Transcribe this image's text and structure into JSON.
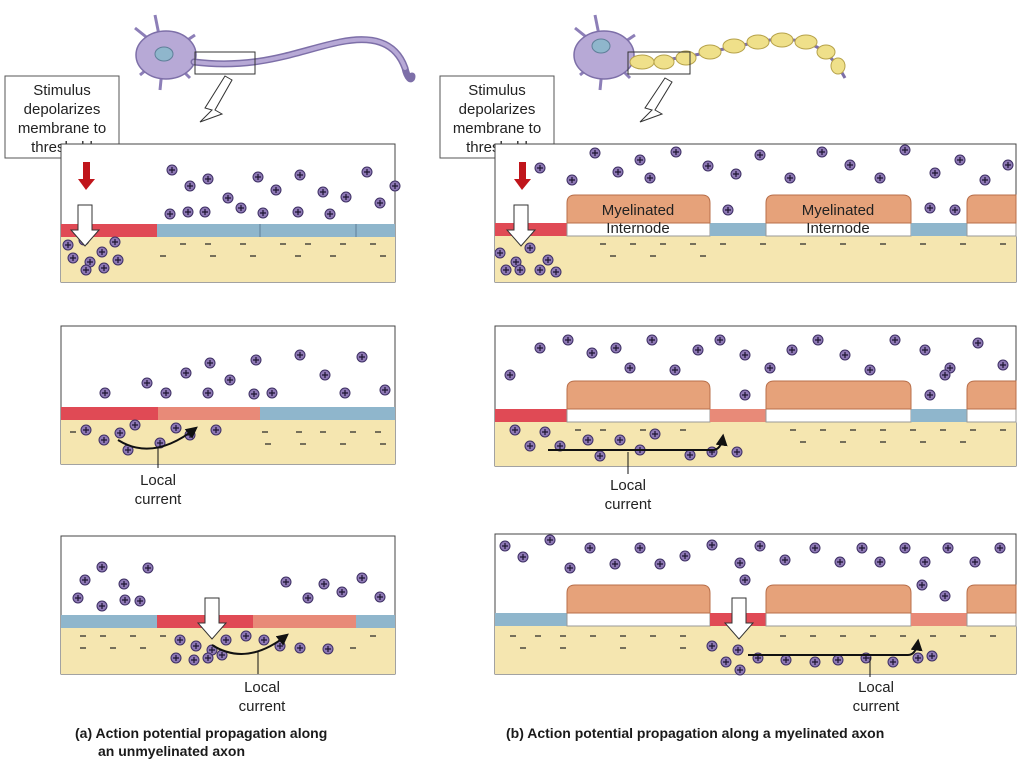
{
  "left": {
    "stimulus_lines": [
      "Stimulus",
      "depolarizes",
      "membrane to",
      "threshold"
    ],
    "local_current_lines": [
      "Local",
      "current"
    ],
    "caption_lines": [
      "(a) Action potential propagation along",
      "an unmyelinated axon"
    ]
  },
  "right": {
    "stimulus_lines": [
      "Stimulus",
      "depolarizes",
      "membrane to",
      "threshold"
    ],
    "internode_lines": [
      "Myelinated",
      "Internode"
    ],
    "local_current_lines": [
      "Local",
      "current"
    ],
    "caption": "(b) Action potential propagation along a myelinated axon"
  },
  "colors": {
    "active_red": "#e04a55",
    "recovering_salmon": "#e88a78",
    "resting_blue": "#8fb6cc",
    "axoplasm": "#f5e6b0",
    "myelin": "#e6a27a",
    "ion": "#8e79b5",
    "neuron": "#b7a9d6",
    "myelin_bead": "#efe08a"
  }
}
